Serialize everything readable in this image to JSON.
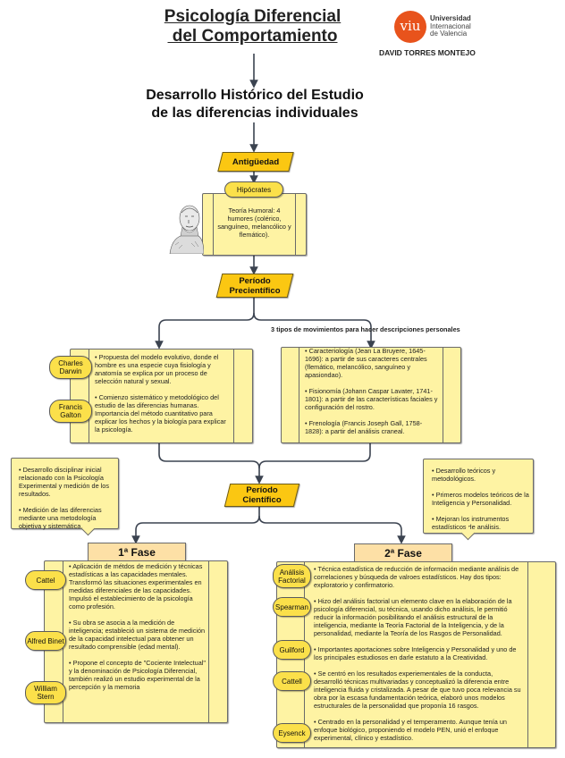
{
  "header": {
    "title_line1": "Psicología Diferencial",
    "title_line2": " del Comportamiento",
    "subtitle_line1": "Desarrollo Histórico del Estudio",
    "subtitle_line2": "de las diferencias individuales",
    "logo": {
      "mark": "viu",
      "line1": "Universidad",
      "line2": "Internacional",
      "line3": "de Valencia",
      "color": "#e8531c"
    },
    "author": "DAVID TORRES MONTEJO"
  },
  "colors": {
    "stage_fill": "#fbc712",
    "pill_fill": "#fbe04a",
    "card_fill": "#fef3a3",
    "phase_fill": "#fde0a6",
    "connector": "#3b4350"
  },
  "antiguedad": {
    "stage": "Antigüedad",
    "figure": "Hipócrates",
    "image": "hippocrates-bust",
    "text": "Teoría Humoral: 4 humores (colérico, sanguíneo, melancólico y flemático)."
  },
  "precientifico": {
    "stage_line1": "Período",
    "stage_line2": "Precientífico",
    "movements_note": "3 tipos de movimientos para hacer descripciones personales",
    "left": {
      "people": [
        "Charles Darwin",
        "Francis Galton"
      ],
      "items": [
        "Propuesta del modelo evolutivo, donde el hombre es una especie cuya fisiología y anatomía se explica por un proceso de selección natural y sexual.",
        " Comienzo sistemático y metodológico del estudio de las diferencias humanas. Importancia del método cuantitativo para explicar los hechos y la biología para explicar la psicología."
      ]
    },
    "right": {
      "items": [
        "Caracteriología (Jean La Bruyere, 1645-1696): a partir de sus caracteres centrales (flemático, melancólico, sanguíneo y apasiondao).",
        "Fisionomía (Johann Caspar Lavater, 1741-1801): a partir de las características faciales y configuración del rostro.",
        "Frenología (Francis Joseph Gall, 1758-1828): a partir del análisis craneal."
      ]
    }
  },
  "cientifico": {
    "stage_line1": "Período",
    "stage_line2": "Científico",
    "left_callout": [
      "Desarrollo disciplinar inicial relacionado con la Psicología Experimental y medición de los resultados.",
      "Medición de las diferencias mediante una metodología objetiva y sistemática."
    ],
    "right_callout": [
      "Desarrollo teóricos y metodológicos.",
      "Primeros modelos teóricos de la Inteligencia y Personalidad.",
      "Mejoran los instrumentos estadísticos de análisis."
    ],
    "phase1": {
      "label": "1ª Fase",
      "people": [
        "Cattel",
        "Alfred Binet",
        "William Stern"
      ],
      "items": [
        "Aplicación de métdos de medición y técnicas estadísticas a las capacidades mentales. Transformó las situaciones experimentales en medidas diferenciales de las capacidades. Impulsó el establecimiento de la psicología como profesión.",
        " Su obra se asocia a la medición de inteligencia; estableció un sistema de medición de la capacidad intelectual para obtener un resultado comprensible (edad mental).",
        "Propone el concepto de \"Cociente Intelectual\" y la denominación de Psicología Diferencial, también realizó un estudio experimental de la percepción y la memoria"
      ]
    },
    "phase2": {
      "label": "2ª Fase",
      "people": [
        "Análisis Factorial",
        "Spearman",
        "Guilford",
        "Cattell",
        "Eysenck"
      ],
      "items": [
        "Técnica estadística de reducción de información mediante análisis de correlaciones y búsqueda de valroes estadísticos. Hay dos tipos: exploratorio y confirmatorio.",
        " Hizo del análisis factorial un elemento clave en la elaboración de la psicología diferencial, su técnica, usando dicho análisis, le permitió reducir la información posibilitando el análisis estructural de la inteligencia, mediante la Teoría Factorial de la Inteligencia, y de la personalidad, mediante la Teoría de los Rasgos de Personalidad.",
        "Importantes aportaciones sobre Inteligencia y Personalidad y uno de los principales estudiosos en darle estatuto a la Creatividad.",
        "Se centró en los resultados experiementales de la conducta, desarrolló técnicas multivariadas y conceptualizó la diferencia entre inteligencia fluida y cristalizada. A pesar de que tuvo poca relevancia su obra por la escasa fundamentación teórica, elaboró unos modelos estructurales de la personalidad que proponía 16 rasgos.",
        "Centrado en la personalidad y el temperamento. Aunque tenía un enfoque biológico, proponiendo el modelo PEN, unió el enfoque experimental, clínico y estadístico."
      ]
    }
  }
}
